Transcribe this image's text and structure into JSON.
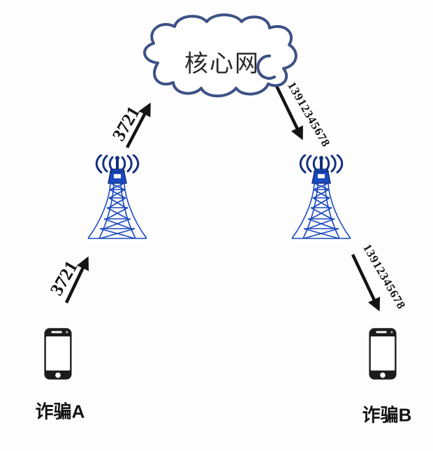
{
  "cloud": {
    "label": "核心网"
  },
  "phones": {
    "a": {
      "label": "诈骗A"
    },
    "b": {
      "label": "诈骗B"
    }
  },
  "links": {
    "phone_a_to_tower_left": {
      "label": "3721"
    },
    "tower_left_to_core": {
      "label": "3721"
    },
    "core_to_tower_right": {
      "label": "13912345678"
    },
    "tower_right_to_phone_b": {
      "label": "13912345678"
    }
  },
  "icons": {
    "cloud": "cloud-icon",
    "tower": "cell-tower-icon",
    "phone": "smartphone-icon",
    "arrow": "arrow-icon"
  },
  "colors": {
    "cloud_outline": "#3d5186",
    "tower_blue": "#1b49c0",
    "tower_dark": "#122f7a",
    "ink": "#141414",
    "background": "#fdfdfd"
  }
}
